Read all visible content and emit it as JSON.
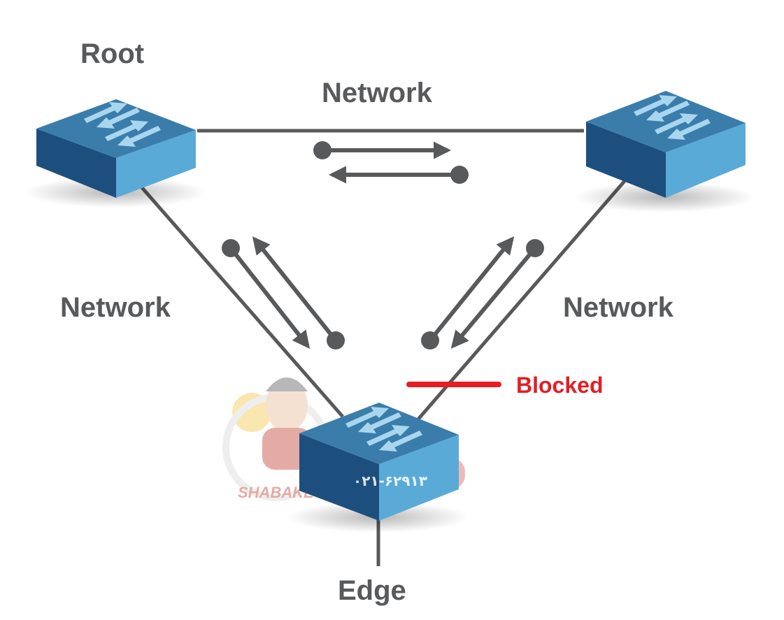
{
  "labels": {
    "root": "Root",
    "network_top": "Network",
    "network_left": "Network",
    "network_right": "Network",
    "edge": "Edge",
    "blocked": "Blocked"
  },
  "watermark": {
    "phone": "۰۲۱-۶۲۹۱۳",
    "brand": "SHABAKE"
  },
  "colors": {
    "link": "#58595b",
    "blocked": "#e31e24",
    "switch_top": "#3a7dab",
    "switch_front": "#5aaad8",
    "switch_left": "#1d4f7e",
    "arrow_glyph": "#a9d6ef"
  }
}
